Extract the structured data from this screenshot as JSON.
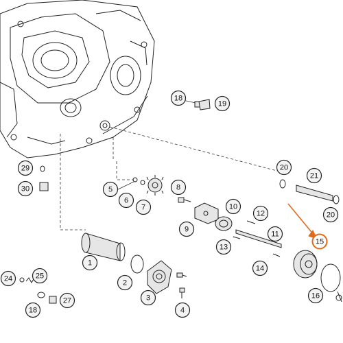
{
  "diagram": {
    "callouts": [
      {
        "id": "c1",
        "label": "1"
      },
      {
        "id": "c2",
        "label": "2"
      },
      {
        "id": "c3",
        "label": "3"
      },
      {
        "id": "c4",
        "label": "4"
      },
      {
        "id": "c5",
        "label": "5"
      },
      {
        "id": "c6",
        "label": "6"
      },
      {
        "id": "c7",
        "label": "7"
      },
      {
        "id": "c8",
        "label": "8"
      },
      {
        "id": "c9",
        "label": "9"
      },
      {
        "id": "c10",
        "label": "10"
      },
      {
        "id": "c11",
        "label": "11"
      },
      {
        "id": "c12",
        "label": "12"
      },
      {
        "id": "c13",
        "label": "13"
      },
      {
        "id": "c14",
        "label": "14"
      },
      {
        "id": "c15",
        "label": "15"
      },
      {
        "id": "c16",
        "label": "16"
      },
      {
        "id": "c18a",
        "label": "18"
      },
      {
        "id": "c18b",
        "label": "18"
      },
      {
        "id": "c19",
        "label": "19"
      },
      {
        "id": "c20a",
        "label": "20"
      },
      {
        "id": "c20b",
        "label": "20"
      },
      {
        "id": "c21",
        "label": "21"
      },
      {
        "id": "c24",
        "label": "24"
      },
      {
        "id": "c25",
        "label": "25"
      },
      {
        "id": "c27",
        "label": "27"
      },
      {
        "id": "c29",
        "label": "29"
      },
      {
        "id": "c30",
        "label": "30"
      }
    ],
    "highlight": {
      "label": "15",
      "color": "#e06a1b"
    }
  }
}
